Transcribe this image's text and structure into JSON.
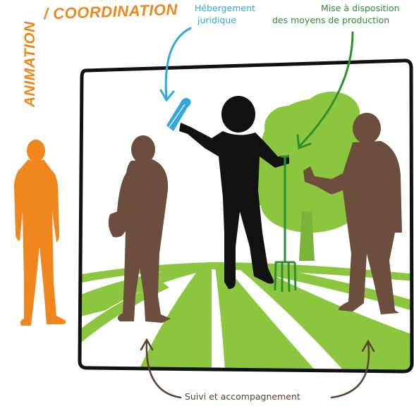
{
  "labels": {
    "coordination": "/ COORDINATION",
    "animation": "ANIMATION",
    "hebergement": [
      "Hébergement",
      "juridique"
    ],
    "mise_a_disposition": [
      "Mise à disposition",
      "des moyens de production"
    ],
    "suivi": "Suivi et accompagnement"
  },
  "colors": {
    "orange": "#f0861e",
    "blue": "#2ea8df",
    "green": "#8cc63f",
    "dark_green": "#2f8f2f",
    "brown": "#6b4e3d",
    "black": "#111111"
  }
}
